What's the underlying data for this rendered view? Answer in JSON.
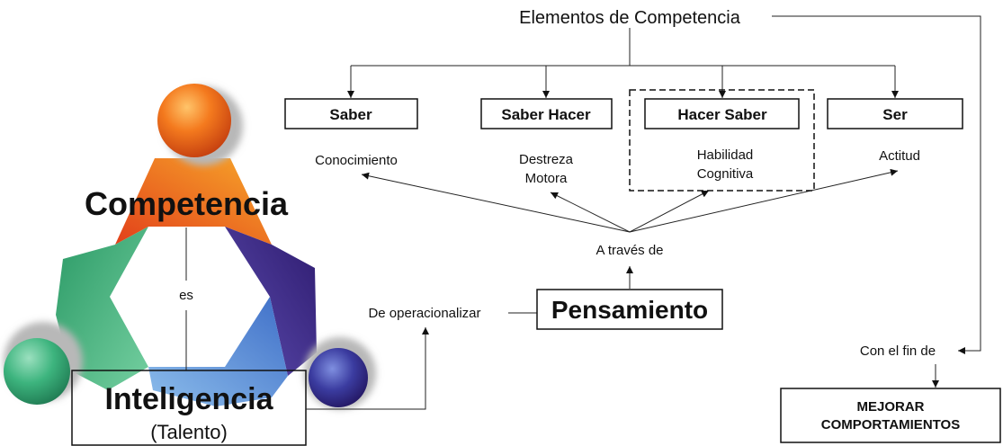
{
  "header": "Elementos de Competencia",
  "elements": [
    {
      "label": "Saber",
      "lines": [
        "Conocimiento"
      ]
    },
    {
      "label": "Saber Hacer",
      "lines": [
        "Destreza",
        "Motora"
      ]
    },
    {
      "label": "Hacer Saber",
      "lines": [
        "Habilidad",
        "Cognitiva"
      ]
    },
    {
      "label": "Ser",
      "lines": [
        "Actitud"
      ]
    }
  ],
  "competence": "Competencia",
  "link": "es",
  "intelligence": {
    "label": "Inteligencia",
    "sublabel": "(Talento)"
  },
  "operationalize": "De operacionalizar",
  "thinking": "Pensamiento",
  "means": "A través de",
  "purpose": "Con el fin de",
  "goal": [
    "MEJORAR",
    "COMPORTAMIENTOS"
  ],
  "palette": {
    "orange_dark": "#e2401a",
    "orange_light": "#f7a72a",
    "green_dark": "#2b9a66",
    "green_light": "#74cfa0",
    "purple_dark": "#2e1b6f",
    "purple_light": "#5d4db0",
    "blue_dark": "#3f6fc8",
    "blue_light": "#8cbdeb"
  }
}
